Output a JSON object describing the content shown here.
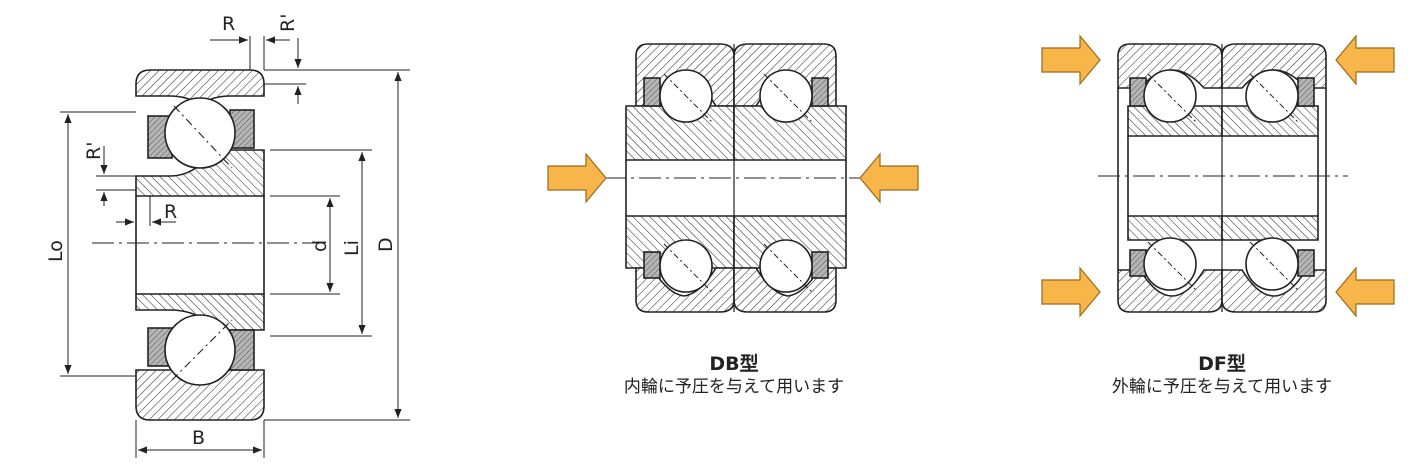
{
  "dimensions": {
    "R": "R",
    "R_prime": "R'",
    "Lo": "Lo",
    "d": "d",
    "Li": "Li",
    "D": "D",
    "B": "B"
  },
  "db": {
    "title": "DB型",
    "subtitle": "内輪に予圧を与えて用います"
  },
  "df": {
    "title": "DF型",
    "subtitle": "外輪に予圧を与えて用います"
  },
  "colors": {
    "arrow_fill": "#F7B54A",
    "arrow_stroke": "#9A6A1A",
    "line": "#222222",
    "seal": "#8a8a8a"
  }
}
